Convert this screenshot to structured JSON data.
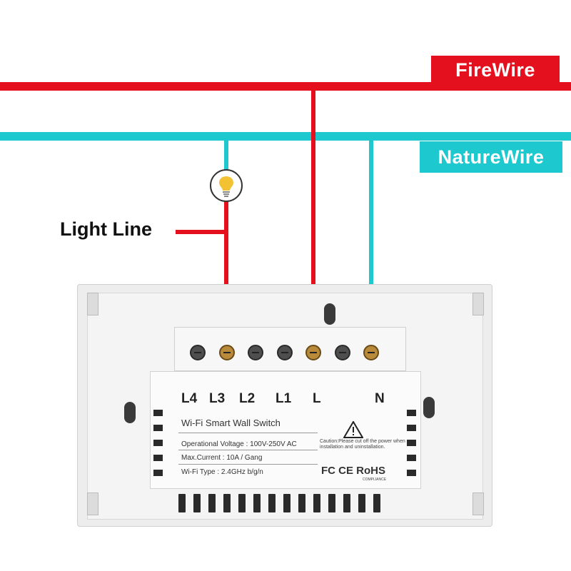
{
  "wires": {
    "fire_label": "FireWire",
    "nature_label": "NatureWire",
    "light_label": "Light Line"
  },
  "colors": {
    "fire": "#e5101e",
    "nature": "#1ec8cf"
  },
  "switch": {
    "terminals": [
      "L4",
      "L3",
      "L2",
      "L1",
      "L",
      "N"
    ],
    "product_name": "Wi-Fi Smart Wall Switch",
    "voltage": "Operational Voltage : 100V-250V AC",
    "current": "Max.Current : 10A / Gang",
    "wifi": "Wi-Fi Type : 2.4GHz b/g/n",
    "caution": "Caution:Please cut off the power when installation and uninstallation.",
    "certs": "FC CE RoHS",
    "certs_sub": "COMPLIANCE"
  },
  "icons": [
    "light-bulb-icon",
    "warning-triangle-icon"
  ]
}
